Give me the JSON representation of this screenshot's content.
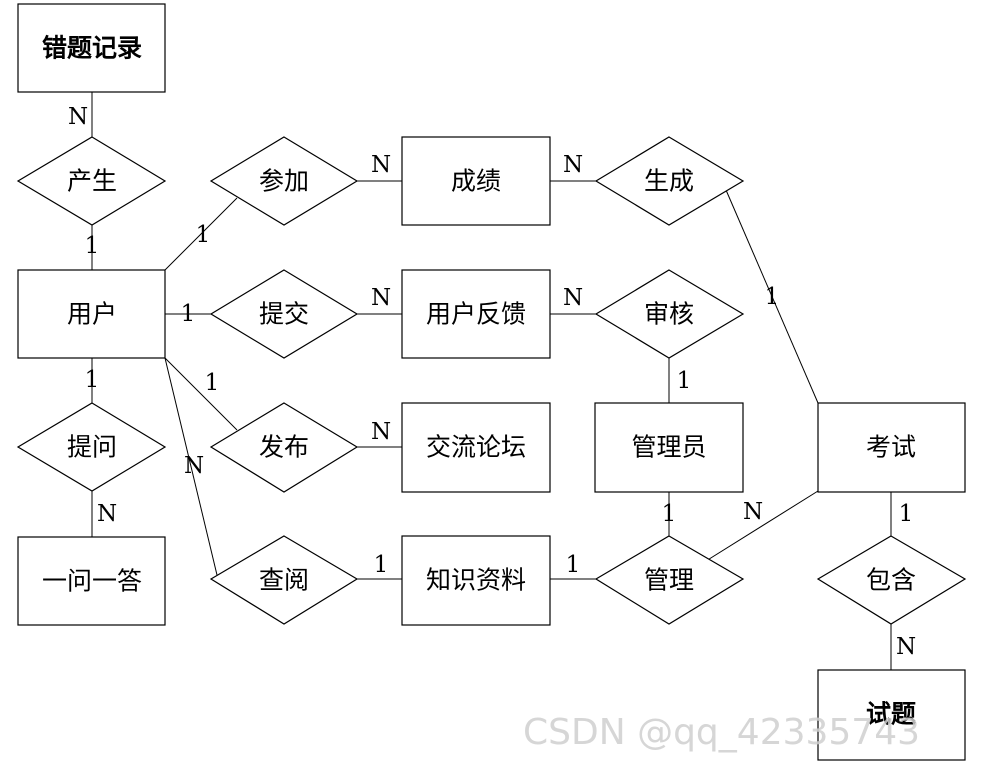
{
  "entities": {
    "cuoti_jilu": "错题记录",
    "yonghu": "用户",
    "yiwen_yida": "一问一答",
    "chengji": "成绩",
    "yonghu_fankui": "用户反馈",
    "jiaoliu_luntan": "交流论坛",
    "zhishi_ziliao": "知识资料",
    "guanliyuan": "管理员",
    "kaoshi": "考试",
    "shiti": "试题"
  },
  "relations": {
    "chansheng": "产生",
    "canjia": "参加",
    "tijiao": "提交",
    "fabu": "发布",
    "tiwen": "提问",
    "chayue": "查阅",
    "shengcheng": "生成",
    "shenhe": "审核",
    "guanli": "管理",
    "baohan": "包含"
  },
  "cardinalities": {
    "chansheng_cuoti": "N",
    "chansheng_yonghu": "1",
    "canjia_yonghu": "1",
    "canjia_chengji": "N",
    "tijiao_yonghu": "1",
    "tijiao_fankui": "N",
    "fabu_yonghu": "1",
    "fabu_luntan": "N",
    "chayue_yonghu": "N",
    "chayue_ziliao": "1",
    "tiwen_yonghu": "1",
    "tiwen_yida": "N",
    "shengcheng_chengji": "N",
    "shengcheng_kaoshi": "1",
    "shenhe_fankui": "N",
    "shenhe_guanliyuan": "1",
    "guanli_ziliao": "1",
    "guanli_guanliyuan": "1",
    "guanli_kaoshi": "N",
    "baohan_kaoshi": "1",
    "baohan_shiti": "N"
  },
  "watermark": "CSDN @qq_42335743"
}
